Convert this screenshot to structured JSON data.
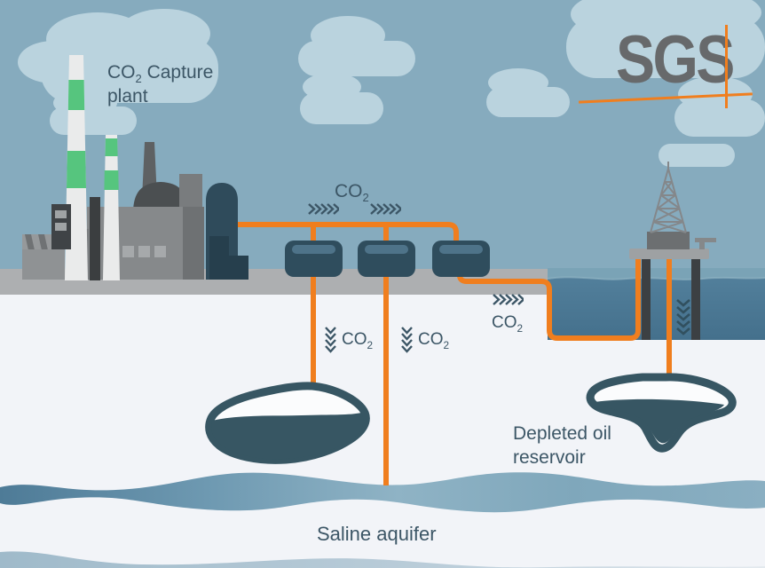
{
  "logo": {
    "text": "SGS"
  },
  "labels": {
    "co2": "CO",
    "co2_sub": "2",
    "capture_suffix": " Capture",
    "capture_line2": "plant",
    "depleted_line1": "Depleted oil",
    "depleted_line2": "reservoir",
    "saline": "Saline aquifer"
  },
  "colors": {
    "sky": "#86ABBE",
    "cloud": "#BAD3DE",
    "underground": "#F2F4F8",
    "ground": "#ADAFB1",
    "sea": "#4F7C98",
    "sea_light": "#7AA3B6",
    "accent": "#F07E1E",
    "ink": "#3C5666",
    "tank": "#2F4D5D",
    "tank_highlight": "#4E7389",
    "reservoir": "#375663",
    "logo": "#67696B",
    "aquifer_dark": "#4E7B97",
    "aquifer_light": "#8FB3C5"
  }
}
